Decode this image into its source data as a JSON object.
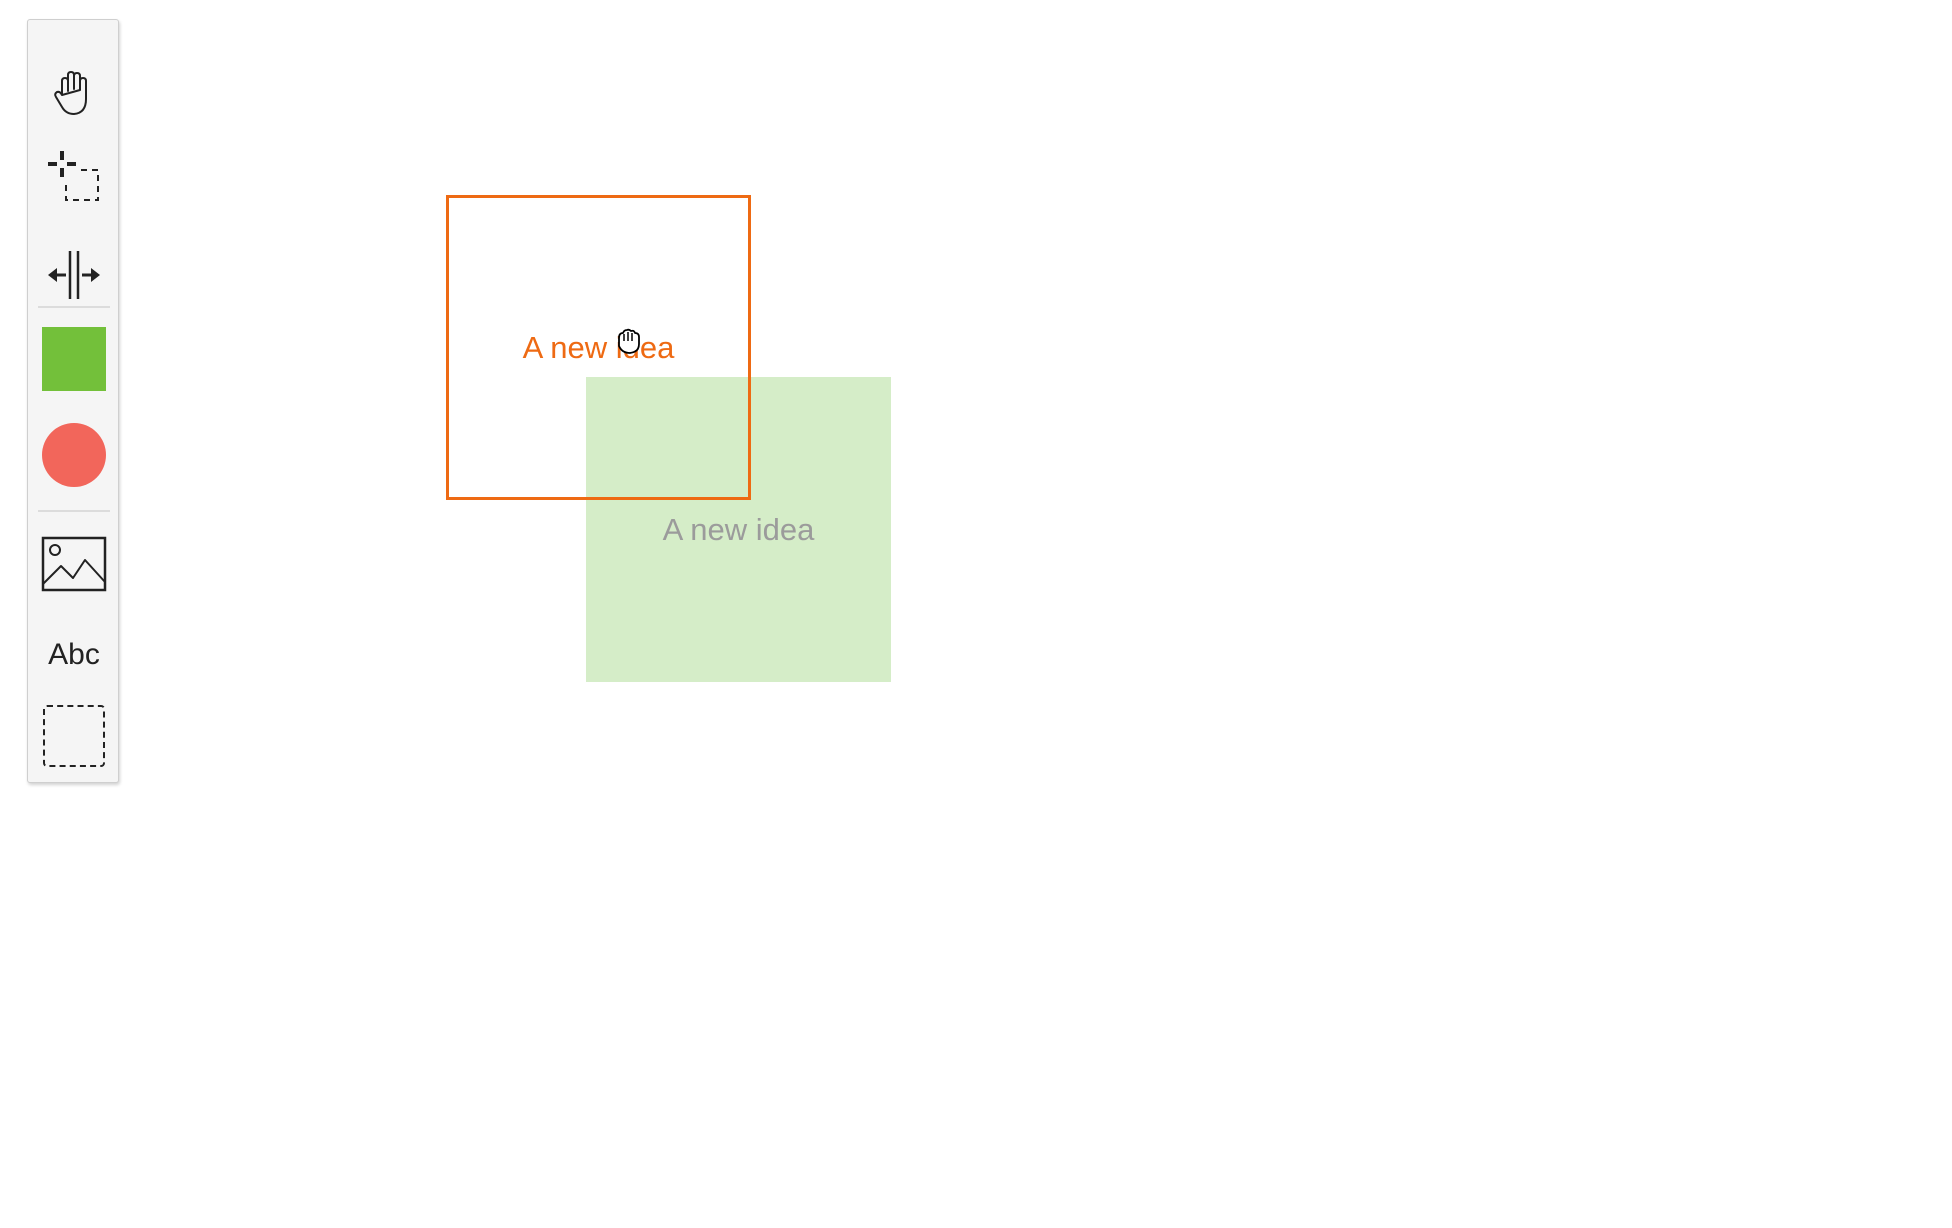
{
  "toolbar": {
    "tools": [
      {
        "name": "pan-tool",
        "icon": "hand-icon"
      },
      {
        "name": "marquee-select-tool",
        "icon": "crosshair-dashed-select-icon"
      },
      {
        "name": "spacing-tool",
        "icon": "resize-horizontal-icon"
      },
      {
        "name": "square-shape-tool",
        "icon": "square-icon",
        "color": "#73c03a"
      },
      {
        "name": "circle-shape-tool",
        "icon": "circle-icon",
        "color": "#f2665b"
      },
      {
        "name": "image-tool",
        "icon": "image-icon"
      },
      {
        "name": "text-tool",
        "icon": "text-icon",
        "label": "Abc"
      },
      {
        "name": "group-tool",
        "icon": "dashed-rectangle-icon"
      }
    ]
  },
  "canvas": {
    "nodes": [
      {
        "label": "A new idea",
        "fill": "#d5edc8",
        "text_color": "#9b9b9b",
        "state": "idle"
      },
      {
        "label": "A new idea",
        "stroke": "#ee6a13",
        "text_color": "#ee6a13",
        "state": "selected-dragging"
      }
    ]
  },
  "cursor": {
    "icon": "grab-hand-cursor-icon"
  },
  "colors": {
    "accent": "#ee6a13",
    "toolbar_bg": "#f5f5f5"
  }
}
